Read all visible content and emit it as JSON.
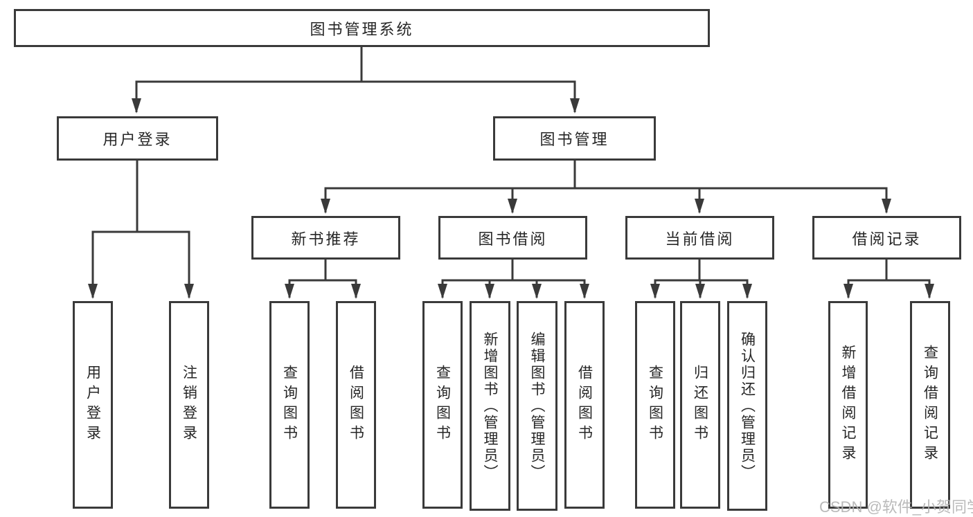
{
  "colors": {
    "line": "#3a3a3a",
    "box_border": "#3a3a3a",
    "box_fill": "#ffffff",
    "text": "#262626",
    "watermark": "#b3b3b3",
    "background": "#ffffff"
  },
  "watermark": {
    "text": "CSDN @软件_小贺同学"
  },
  "tree": {
    "root": {
      "label": "图书管理系统"
    },
    "branches": [
      {
        "label": "用户登录",
        "children": [
          {
            "label": "用户登录"
          },
          {
            "label": "注销登录"
          }
        ]
      },
      {
        "label": "图书管理",
        "children": [
          {
            "label": "新书推荐",
            "children": [
              {
                "label": "查询图书"
              },
              {
                "label": "借阅图书"
              }
            ]
          },
          {
            "label": "图书借阅",
            "children": [
              {
                "label": "查询图书"
              },
              {
                "label": "新增图书（管理员）"
              },
              {
                "label": "编辑图书（管理员）"
              },
              {
                "label": "借阅图书"
              }
            ]
          },
          {
            "label": "当前借阅",
            "children": [
              {
                "label": "查询图书"
              },
              {
                "label": "归还图书"
              },
              {
                "label": "确认归还（管理员）"
              }
            ]
          },
          {
            "label": "借阅记录",
            "children": [
              {
                "label": "新增借阅记录"
              },
              {
                "label": "查询借阅记录"
              }
            ]
          }
        ]
      }
    ]
  }
}
